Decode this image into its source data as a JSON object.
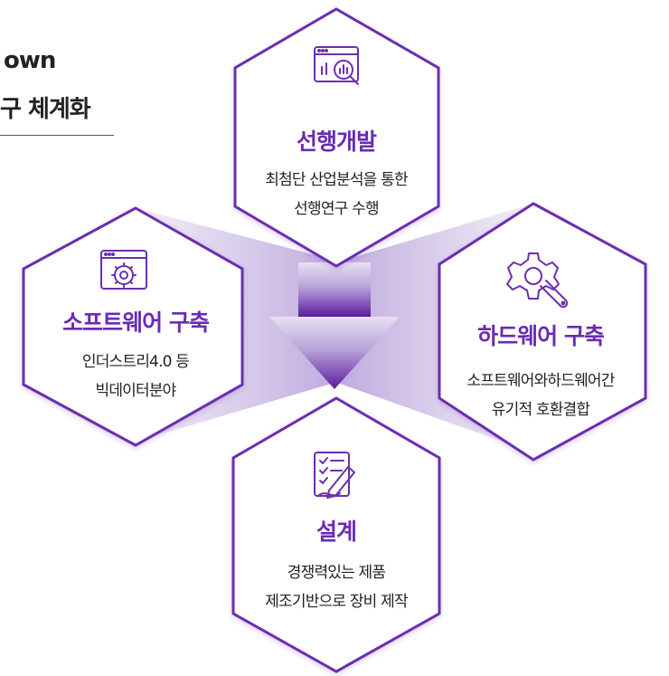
{
  "header": {
    "line1": "own",
    "line2": "구 체계화"
  },
  "colors": {
    "accent": "#6a2bb5",
    "hex_stroke": "#6b2fb0",
    "arrow_dark": "#5a1d9e",
    "arrow_light": "#ddd3ec"
  },
  "nodes": {
    "top": {
      "icon": "data-analysis-icon",
      "title": "선행개발",
      "desc1": "최첨단 산업분석을 통한",
      "desc2": "선행연구 수행"
    },
    "left": {
      "icon": "software-settings-icon",
      "title": "소프트웨어 구축",
      "desc1": "인더스트리4.0 등",
      "desc2": "빅데이터분야"
    },
    "right": {
      "icon": "wrench-gear-icon",
      "title": "하드웨어 구축",
      "desc1": "소프트웨어와하드웨어간",
      "desc2": "유기적 호환결합"
    },
    "bottom": {
      "icon": "design-checklist-icon",
      "title": "설계",
      "desc1": "경쟁력있는 제품",
      "desc2": "제조기반으로 장비 제작"
    }
  }
}
